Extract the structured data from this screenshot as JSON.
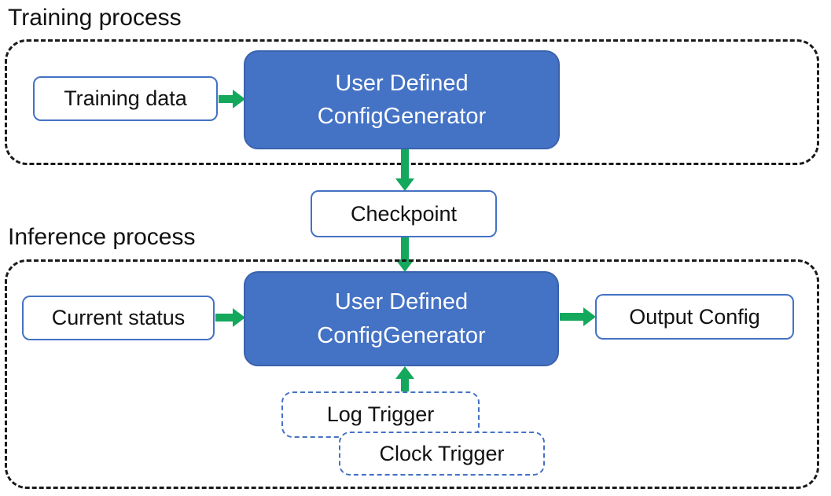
{
  "diagram": {
    "sections": {
      "training": {
        "label": "Training process"
      },
      "inference": {
        "label": "Inference process"
      }
    },
    "nodes": {
      "training_data": {
        "label": "Training data"
      },
      "config_generator_training": {
        "label_line1": "User Defined",
        "label_line2": "ConfigGenerator"
      },
      "checkpoint": {
        "label": "Checkpoint"
      },
      "current_status": {
        "label": "Current status"
      },
      "config_generator_inference": {
        "label_line1": "User Defined",
        "label_line2": "ConfigGenerator"
      },
      "output_config": {
        "label": "Output Config"
      },
      "log_trigger": {
        "label": "Log Trigger"
      },
      "clock_trigger": {
        "label": "Clock Trigger"
      }
    },
    "colors": {
      "node_fill": "#4472c4",
      "node_border": "#3a62ad",
      "outline_border": "#4472c4",
      "arrow": "#13a85c",
      "container_border": "#1a1a1a",
      "text_dark": "#111111",
      "text_light": "#ffffff"
    }
  }
}
